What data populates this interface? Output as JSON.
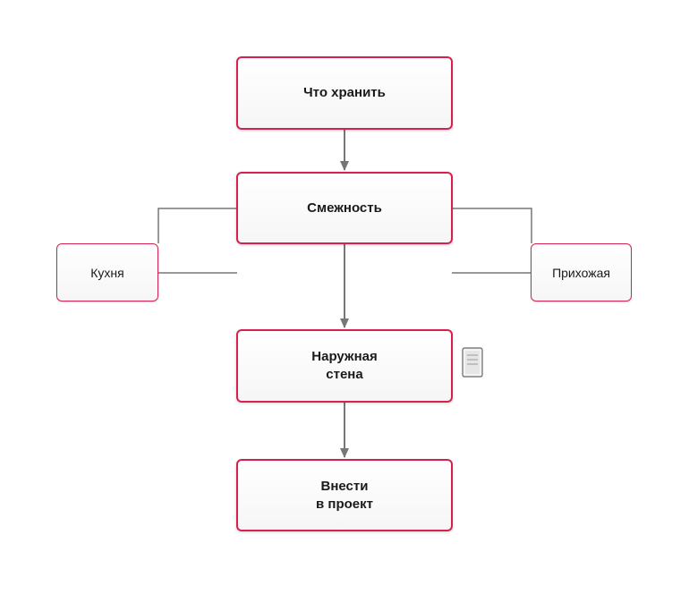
{
  "diagram": {
    "nodes": {
      "store": "Что хранить",
      "adjacency": "Смежность",
      "kitchen": "Кухня",
      "hallway": "Прихожая",
      "outer_wall": "Наружная\nстена",
      "add_to_project": "Внести\nв проект"
    },
    "icons": {
      "note": "document-note-icon"
    },
    "colors": {
      "node_border": "#d6214e",
      "connector": "#777777",
      "node_fill": "#f7f7f7"
    }
  }
}
